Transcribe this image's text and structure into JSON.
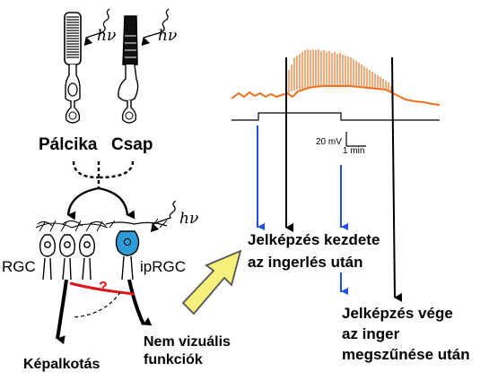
{
  "photoreceptors": {
    "rod_label": "Pálcika",
    "cone_label": "Csap",
    "photon_symbol": "hν"
  },
  "retina": {
    "rgc_label": "RGC",
    "iprgc_label": "ipRGC",
    "photon_symbol": "hν",
    "unknown_pathway_symbol": "?"
  },
  "outputs": {
    "image_forming": "Képalkotás",
    "non_visual_line1": "Nem vizuális",
    "non_visual_line2": "funkciók"
  },
  "recording": {
    "trace_color": "#f07020",
    "stimulus_arrow_color": "#1f4fe0",
    "scale_bar_voltage": "20 mV",
    "scale_bar_time": "1 min"
  },
  "annotations": {
    "firing_onset_line1": "Jelképzés kezdete",
    "firing_onset_line2": "az ingerlés után",
    "firing_offset_line1": "Jelképzés vége",
    "firing_offset_line2": "az inger",
    "firing_offset_line3": "megszűnése után"
  },
  "colors": {
    "iprgc_fill": "#2e9ad6",
    "pathway_red": "#e0151a",
    "big_arrow_fill": "#f5f07a",
    "big_arrow_stroke": "#555555"
  }
}
